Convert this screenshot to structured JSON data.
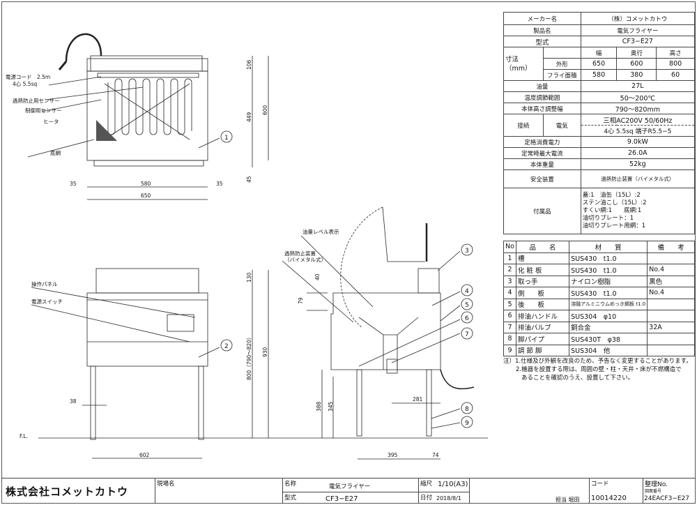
{
  "spec": {
    "maker_label": "メーカー名",
    "maker": "（株）コメットカトウ",
    "product_label": "製品名",
    "product": "電気フライヤー",
    "model_label": "型式",
    "model": "CF3−E27",
    "dim_label": "寸法",
    "dim_unit": "（mm）",
    "dim_headers": [
      "幅",
      "奥行",
      "高さ"
    ],
    "outer_label": "外形",
    "outer": [
      "650",
      "600",
      "800"
    ],
    "fry_label": "フライ面積",
    "fry": [
      "580",
      "380",
      "60"
    ],
    "oil_label": "油量",
    "oil": "27L",
    "temp_label": "温度調節範囲",
    "temp": "50〜200℃",
    "height_label": "本体高さ調整幅",
    "height": "790〜820mm",
    "conn_label": "接続",
    "elec_label": "電気",
    "elec1": "三相AC200V  50/60Hz",
    "elec2": "4心 5.5sq  端子R5.5−5",
    "power_label": "定格消費電力",
    "power": "9.0kW",
    "current_label": "定常時最大電流",
    "current": "26.0A",
    "weight_label": "本体重量",
    "weight": "52kg",
    "safety_label": "安全装置",
    "safety": "過熱防止装置（バイメタル式）",
    "acc_label": "付属品",
    "acc": [
      "蓋:1　油缶（15L）:2",
      "ステン油こし（15L）:2",
      "すくい網:1　　底網:1",
      "油切りプレート：1",
      "油切りプレート用網：1"
    ]
  },
  "parts": {
    "headers": [
      "No",
      "品　　名",
      "材　　質",
      "備　　考"
    ],
    "rows": [
      [
        "1",
        "槽",
        "SUS430　t1.0",
        ""
      ],
      [
        "2",
        "化 粧 板",
        "SUS430　t1.0",
        "No.4"
      ],
      [
        "3",
        "取っ手",
        "ナイロン樹脂",
        "黒色"
      ],
      [
        "4",
        "側　　板",
        "SUS430　t1.0",
        "No.4"
      ],
      [
        "5",
        "後　　板",
        "溶融アルミニウムめっき鋼板 t1.0",
        ""
      ],
      [
        "6",
        "排油ハンドル",
        "SUS304　φ10",
        ""
      ],
      [
        "7",
        "排油バルブ",
        "銅合金",
        "32A"
      ],
      [
        "8",
        "脚パイプ",
        "SUS430T　φ38",
        ""
      ],
      [
        "9",
        "調 節 脚",
        "SUS304　他",
        ""
      ]
    ]
  },
  "notes": [
    "注）1.仕様及び外観を改良のため、予告なく変更することがあります。",
    "2.機器を設置する際は、周囲の壁・柱・天井・床が不燃構造で",
    "あることを確認のうえ、設置して下さい。"
  ],
  "drawing": {
    "cord": "電源コード　2.5m",
    "cord2": "4心 5.5sq",
    "overheat_sensor": "過熱防止用センサー",
    "control_sensor": "制御用センサー",
    "heater": "ヒータ",
    "bottom_net": "底網",
    "panel": "操作パネル",
    "switch": "電源スイッチ",
    "oil_level": "油量レベル表示",
    "overheat_dev": "過熱防止装置",
    "overheat_dev2": "（バイメタル式）",
    "fl": "F.L.",
    "dims_top": {
      "a": "35",
      "b": "580",
      "c": "35",
      "w": "650",
      "h1": "106",
      "h2": "449",
      "h3": "45",
      "h": "600"
    },
    "dims_front": {
      "h1": "130",
      "h2": "800（790〜820）",
      "h": "930",
      "leg": "38",
      "span": "602"
    },
    "dims_side": {
      "a": "40",
      "b": "79",
      "c": "388",
      "d": "345",
      "e": "281",
      "f": "395",
      "g": "74"
    },
    "balloons": [
      "1",
      "2",
      "3",
      "4",
      "5",
      "6",
      "7",
      "8",
      "9"
    ]
  },
  "titleblock": {
    "company": "株式会社コメットカトウ",
    "site_label": "現場名",
    "name_label": "名称",
    "name": "電気フライヤー",
    "model_label": "型式",
    "model": "CF3−E27",
    "scale_label": "縮尺",
    "scale": "1/10(A3)",
    "date_label": "日付",
    "date": "2018/8/1",
    "person": "担当 堀田",
    "code_label": "コード",
    "code": "10014220",
    "ref_label": "整理No.",
    "ref_sub": "図面番号",
    "ref": "24EACF3−E27"
  }
}
